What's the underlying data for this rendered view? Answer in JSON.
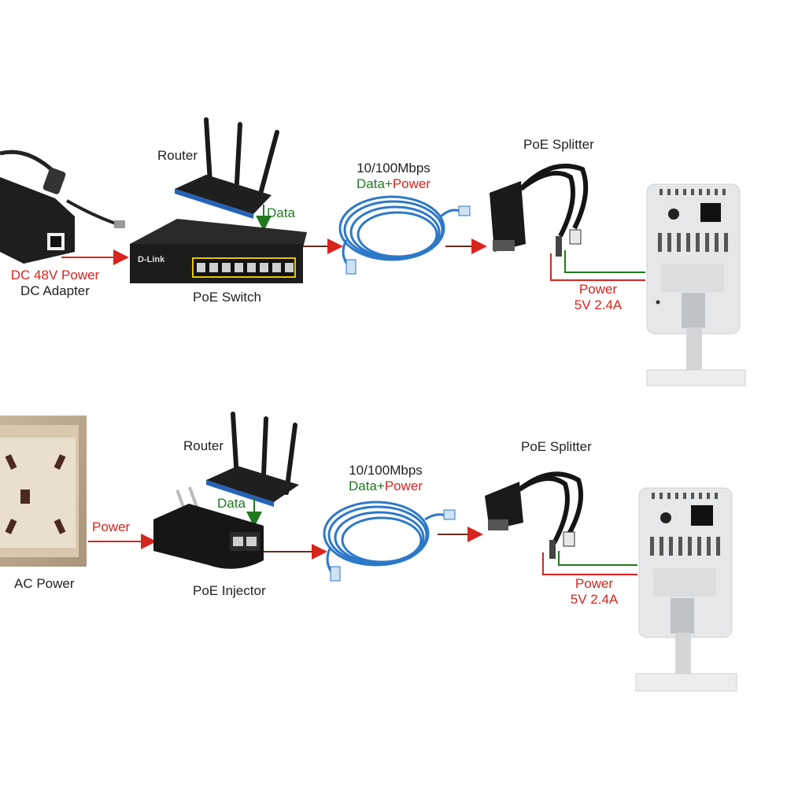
{
  "colors": {
    "power": "#d8241e",
    "data": "#1f7a1f",
    "cable": "#2d78c8",
    "device_dark": "#1c1c1c",
    "camera_body": "#e6e7e9"
  },
  "icons": [
    "dc-adapter-icon",
    "router-icon",
    "poe-switch-icon",
    "ethernet-cable-icon",
    "poe-splitter-icon",
    "ip-camera-icon",
    "wall-socket-icon",
    "poe-injector-icon"
  ],
  "switch_brand": "D-Link",
  "top": {
    "adapter_label_line1": "DC 48V Power",
    "adapter_label_line2": "DC Adapter",
    "router_label": "Router",
    "data_label": "Data",
    "switch_label": "PoE Switch",
    "cable_label_line1": "10/100Mbps",
    "cable_label_data": "Data+",
    "cable_label_power": "Power",
    "splitter_label": "PoE Splitter",
    "output_label_line1": "Power",
    "output_label_line2": "5V 2.4A"
  },
  "bottom": {
    "socket_label": "AC Power",
    "power_label": "Power",
    "router_label": "Router",
    "data_label": "Data",
    "injector_label": "PoE Injector",
    "cable_label_line1": "10/100Mbps",
    "cable_label_data": "Data+",
    "cable_label_power": "Power",
    "splitter_label": "PoE Splitter",
    "output_label_line1": "Power",
    "output_label_line2": "5V 2.4A"
  }
}
